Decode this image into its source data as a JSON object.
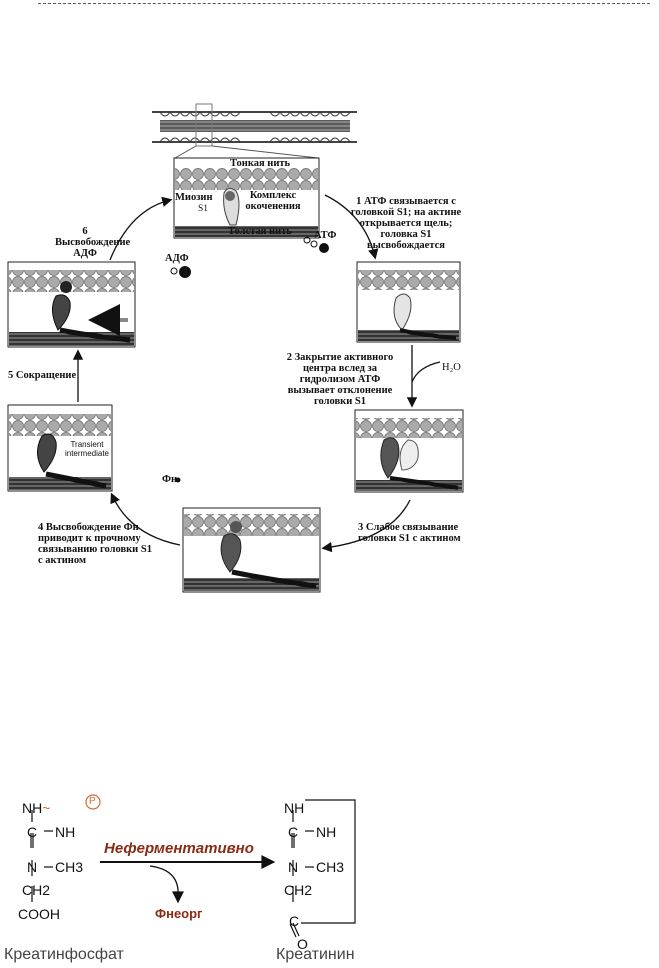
{
  "diagram": {
    "top_labels": {
      "thin_filament": "Тонкая нить",
      "myosin": "Миозин",
      "s1": "S1",
      "rigor_complex": "Комплекс окоченения",
      "thick_filament": "Толстая нить"
    },
    "steps": [
      {
        "number": "1",
        "text": "АТФ связывается с головкой S1; на актине открывается щель; головка S1 высвобождается"
      },
      {
        "number": "2",
        "text": "Закрытие активного центра вслед за гидролизом АТФ вызывает отклонение головки S1"
      },
      {
        "number": "3",
        "text": "Слабое связывание головки S1 с актином"
      },
      {
        "number": "4",
        "text": "Высвобождение Фн приводит к прочному связыванию головки S1 с актином"
      },
      {
        "number": "5",
        "text": "Сокращение"
      },
      {
        "number": "6",
        "text": "Высвобождение АДФ"
      }
    ],
    "molecules": {
      "atp": "АТФ",
      "adp": "АДФ",
      "water": "H₂O",
      "phosphate": "Фн"
    },
    "transient": "Transient intermediate"
  },
  "chemistry": {
    "reactant": {
      "name": "Креатинфосфат",
      "lines": [
        "NH",
        "C",
        "NH",
        "N",
        "CH3",
        "CH2",
        "COOH"
      ],
      "phosphate_symbol": "P"
    },
    "arrow_label": "Неферментативно",
    "byproduct": "Фнеорг",
    "product": {
      "name": "Креатинин",
      "o_label": "O"
    }
  }
}
